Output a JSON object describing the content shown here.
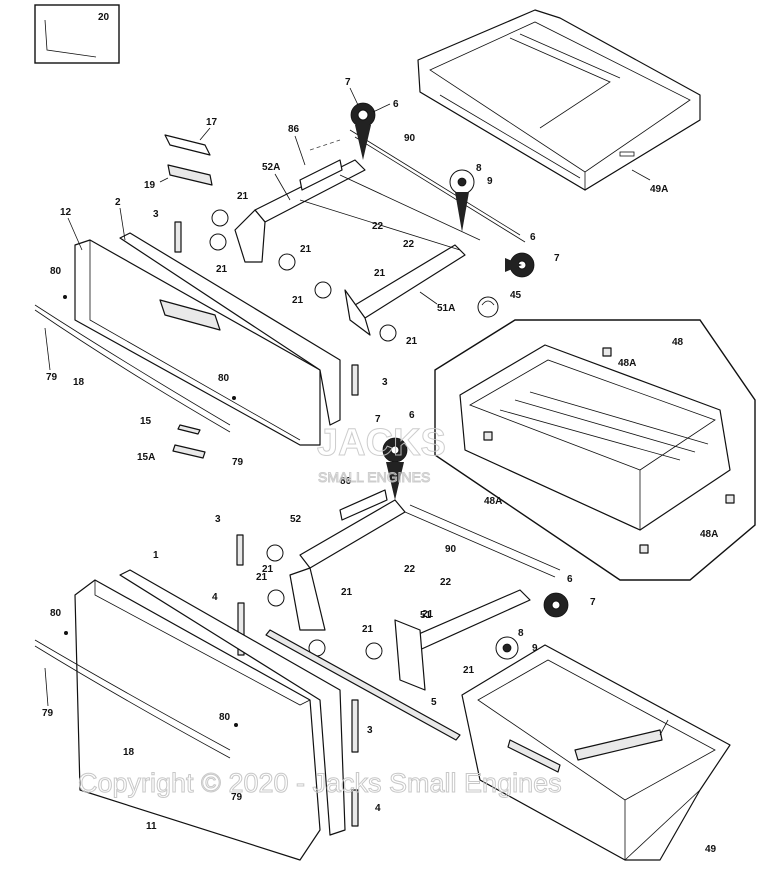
{
  "watermark": {
    "logo_text": "JACKS",
    "logo_subtext": "SMALL ENGINES",
    "copyright": "Copyright © 2020 - Jacks Small Engines"
  },
  "callouts": {
    "c20": "20",
    "c17": "17",
    "c19": "19",
    "c86a": "86",
    "c52A": "52A",
    "c7a": "7",
    "c6a": "6",
    "c90a": "90",
    "c8a": "8",
    "c9a": "9",
    "c49A": "49A",
    "c12": "12",
    "c2": "2",
    "c3a": "3",
    "c80a": "80",
    "c79a": "79",
    "c18a": "18",
    "c21a": "21",
    "c21b": "21",
    "c21c": "21",
    "c21d": "21",
    "c21e": "21",
    "c21f": "21",
    "c21g": "21",
    "c22a": "22",
    "c22b": "22",
    "c6b": "6",
    "c7b": "7",
    "c51A": "51A",
    "c45": "45",
    "c48": "48",
    "c48Aa": "48A",
    "c48Ab": "48A",
    "c48Ac": "48A",
    "c80b": "80",
    "c3b": "3",
    "c15": "15",
    "c15A": "15A",
    "c79b": "79",
    "c7c": "7",
    "c6c": "6",
    "c86b": "86",
    "c52": "52",
    "c3c": "3",
    "c90b": "90",
    "c21h": "21",
    "c21i": "21",
    "c22c": "22",
    "c1": "1",
    "c4a": "4",
    "c22d": "22",
    "c6d": "6",
    "c7d": "7",
    "c51": "51",
    "c21j": "21",
    "c8b": "8",
    "c9b": "9",
    "c80c": "80",
    "c21k": "21",
    "c21l": "21",
    "c79c": "79",
    "c18b": "18",
    "c80d": "80",
    "c5": "5",
    "c3d": "3",
    "c79d": "79",
    "c4b": "4",
    "c11": "11",
    "c49": "49"
  }
}
